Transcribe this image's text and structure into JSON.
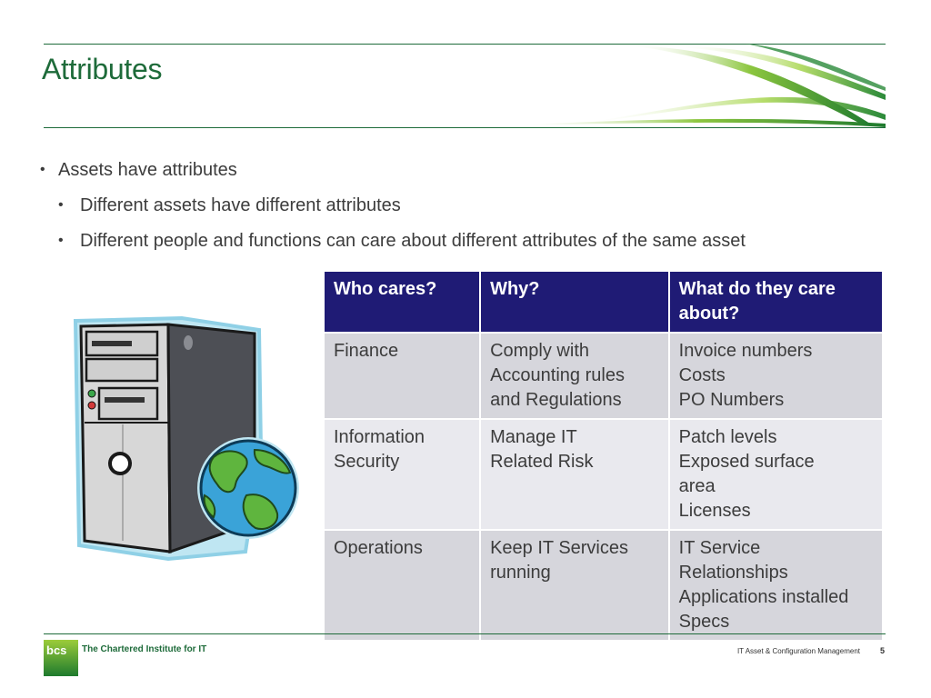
{
  "slide": {
    "title": "Attributes"
  },
  "bullets": [
    {
      "level": 1,
      "text": "Assets have attributes"
    },
    {
      "level": 2,
      "text": "Different assets have different attributes"
    },
    {
      "level": 2,
      "text": "Different people and functions can care about different attributes of the same asset"
    }
  ],
  "table": {
    "headers": [
      "Who cares?",
      "Why?",
      "What do they care about?"
    ],
    "rows": [
      {
        "who": "Finance",
        "why": [
          "Comply with",
          "Accounting rules",
          "and Regulations"
        ],
        "what": [
          "Invoice numbers",
          "Costs",
          "PO Numbers"
        ]
      },
      {
        "who": [
          "Information",
          "Security"
        ],
        "why": [
          "Manage IT",
          "Related Risk"
        ],
        "what": [
          "Patch levels",
          "Exposed surface",
          "area",
          "Licenses"
        ]
      },
      {
        "who": "Operations",
        "why": [
          "Keep IT Services",
          "running"
        ],
        "what": [
          "IT Service",
          "Relationships",
          "Applications installed",
          "Specs"
        ]
      }
    ]
  },
  "footer": {
    "logo_text": "bcs",
    "org_name": "The Chartered Institute for IT",
    "deck_title": "IT Asset & Configuration Management",
    "page_number": "5"
  },
  "colors": {
    "accent_green": "#1e6b3a",
    "header_navy": "#1f1b75"
  },
  "icons": [
    "computer-tower-globe-illustration",
    "green-swoosh-decoration",
    "bcs-logo"
  ]
}
